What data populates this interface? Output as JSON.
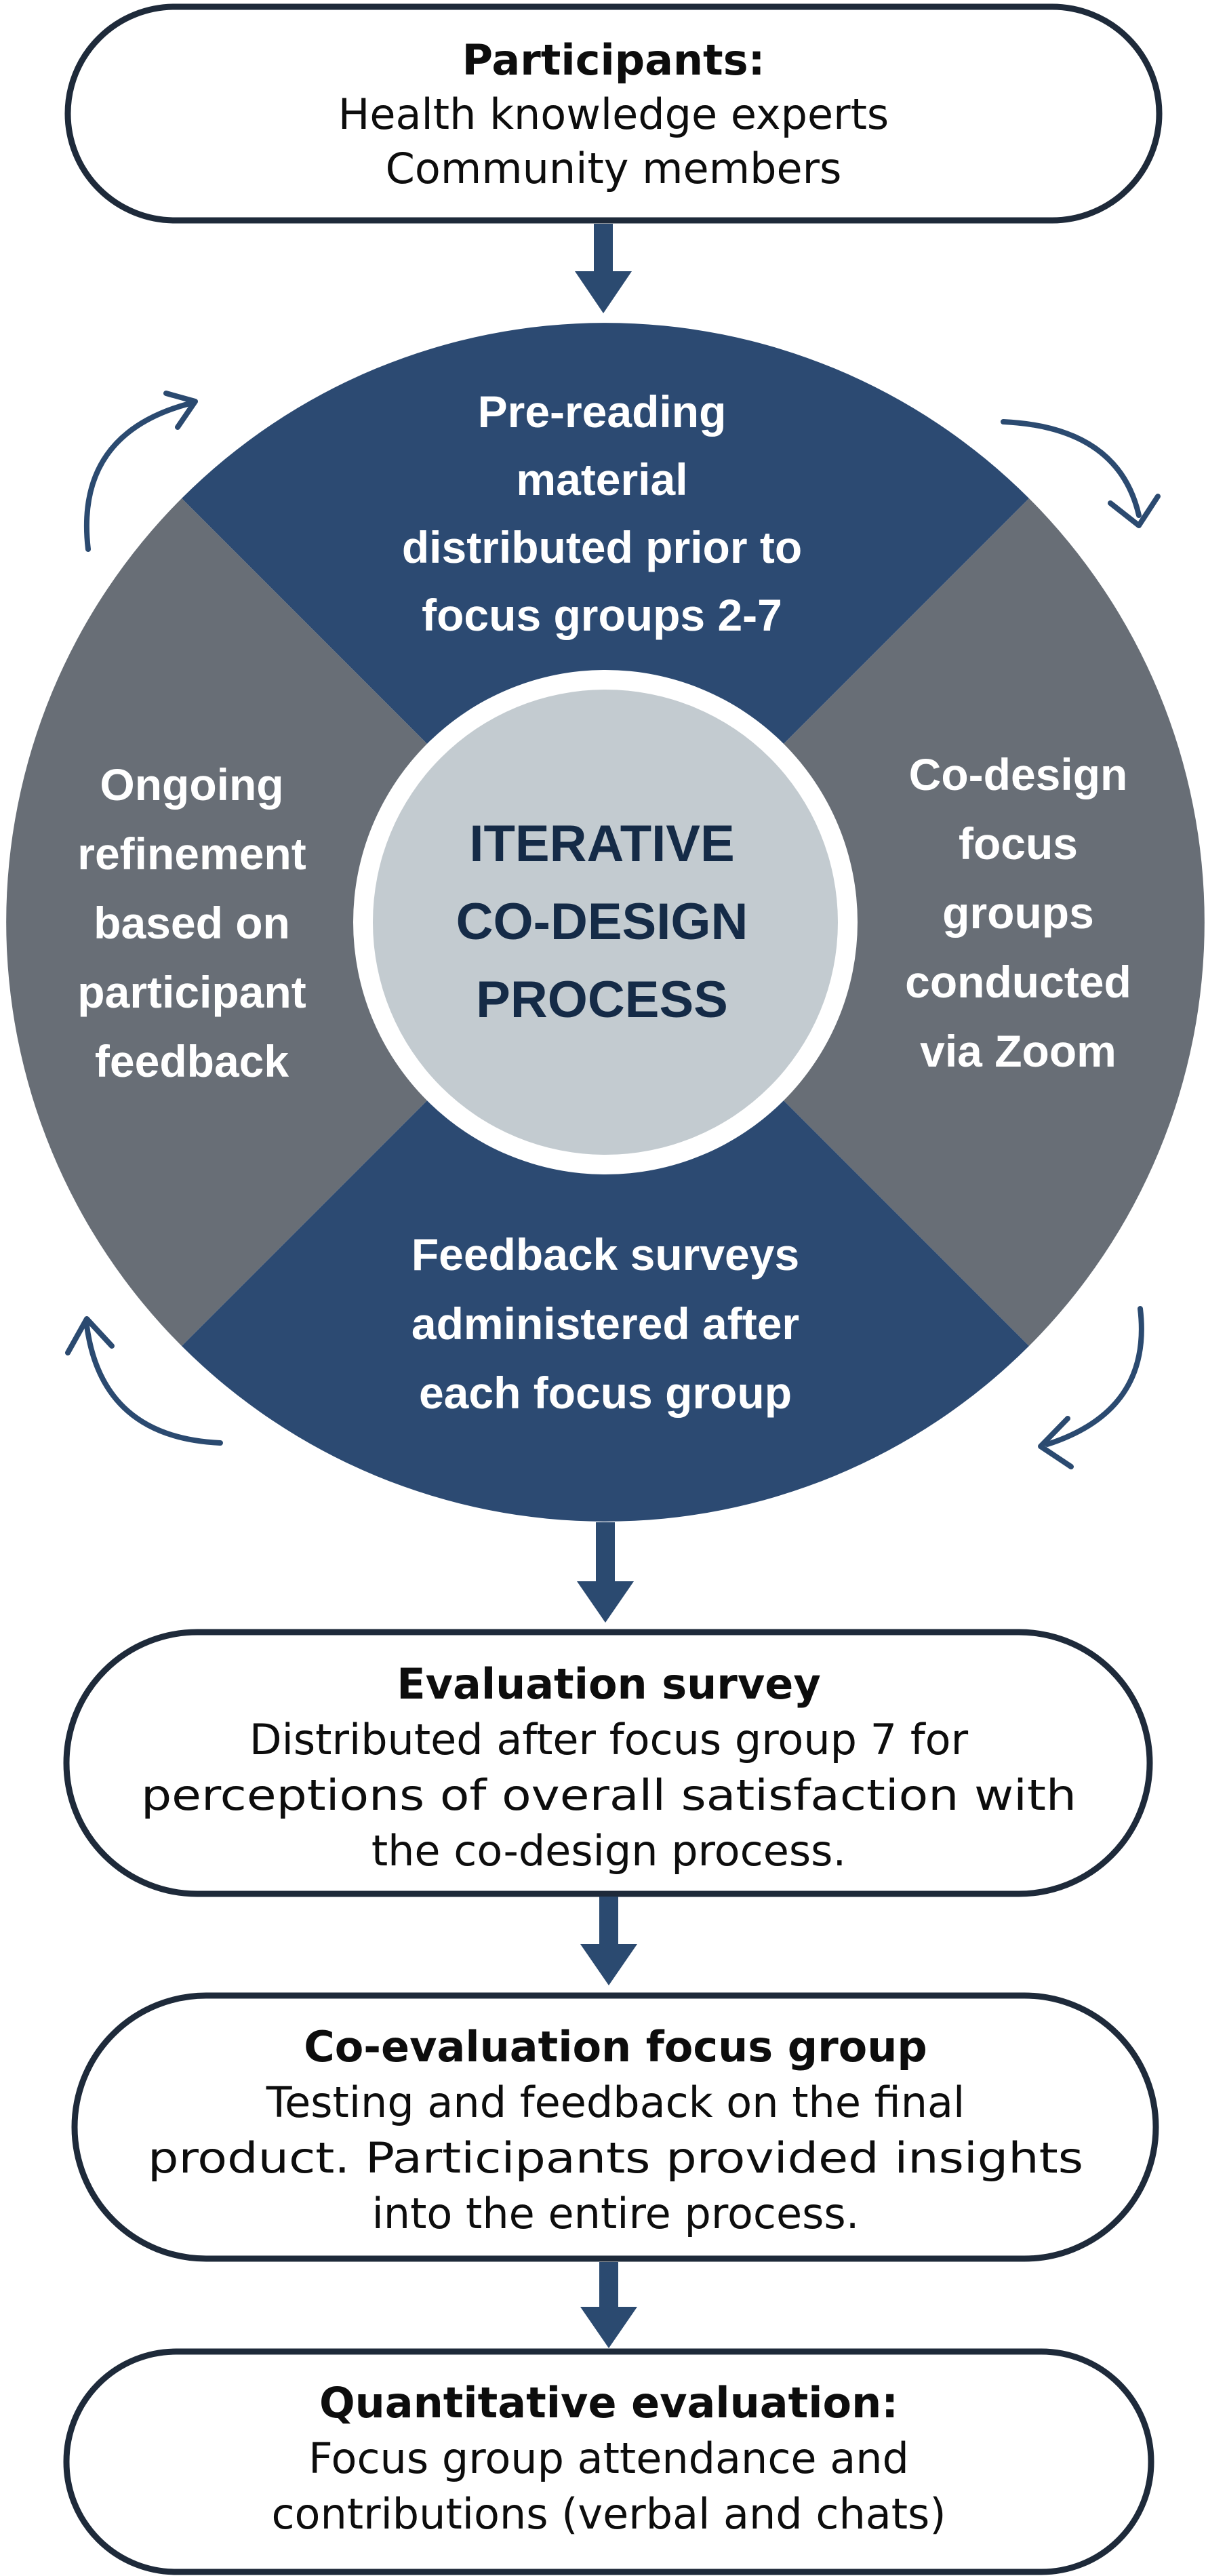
{
  "participants": {
    "title": "Participants:",
    "lines": [
      "Health knowledge experts",
      "Community members"
    ]
  },
  "cycle": {
    "center": [
      "ITERATIVE",
      "CO-DESIGN",
      "PROCESS"
    ],
    "top": [
      "Pre-reading",
      "material",
      "distributed prior to",
      "focus groups 2-7"
    ],
    "right": [
      "Co-design",
      "focus",
      "groups",
      "conducted",
      "via Zoom"
    ],
    "bottom": [
      "Feedback surveys",
      "administered after",
      "each focus group"
    ],
    "left": [
      "Ongoing",
      "refinement",
      "based on",
      "participant",
      "feedback"
    ]
  },
  "evaluation_survey": {
    "title": "Evaluation survey",
    "lines": [
      "Distributed after focus group 7 for",
      "perceptions of overall satisfaction with",
      "the co-design process."
    ]
  },
  "co_evaluation": {
    "title": "Co-evaluation focus group",
    "lines": [
      "Testing and feedback on the final",
      "product. Participants provided insights",
      "into the entire process."
    ]
  },
  "quantitative": {
    "title": "Quantitative evaluation:",
    "lines": [
      "Focus group attendance and",
      "contributions (verbal and chats)"
    ]
  },
  "colors": {
    "dark_blue": "#2c4a72",
    "gray": "#686e76",
    "center_fill": "#c3cbd0",
    "center_text": "#152b47",
    "arrow": "#2b4a70",
    "box_border": "#1e2a3a"
  }
}
